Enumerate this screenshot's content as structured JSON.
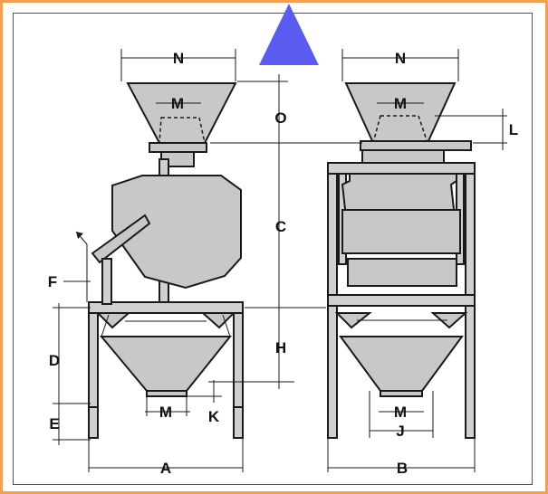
{
  "diagram": {
    "accent_color": "#f0a050",
    "marker_color": "#5b5bf0",
    "labels": {
      "n_left": "N",
      "n_right": "N",
      "m_left_top": "M",
      "m_right_top": "M",
      "o": "O",
      "l": "L",
      "c": "C",
      "f": "F",
      "d": "D",
      "h": "H",
      "m_left_bottom": "M",
      "k": "K",
      "m_right_bottom": "M",
      "j": "J",
      "e": "E",
      "a": "A",
      "b": "B"
    }
  }
}
